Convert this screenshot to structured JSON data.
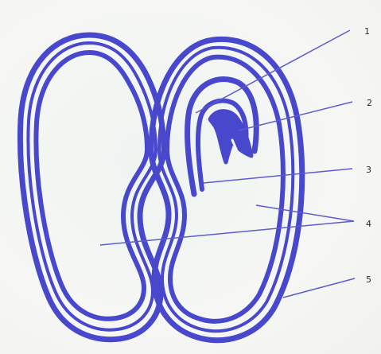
{
  "colors": {
    "outline": "#4848cc",
    "pointer": "#5c5ccc",
    "background": "#f4f6f4"
  },
  "labels": {
    "l1": "1",
    "l2": "2",
    "l3": "3",
    "l4": "4",
    "l5": "5"
  }
}
